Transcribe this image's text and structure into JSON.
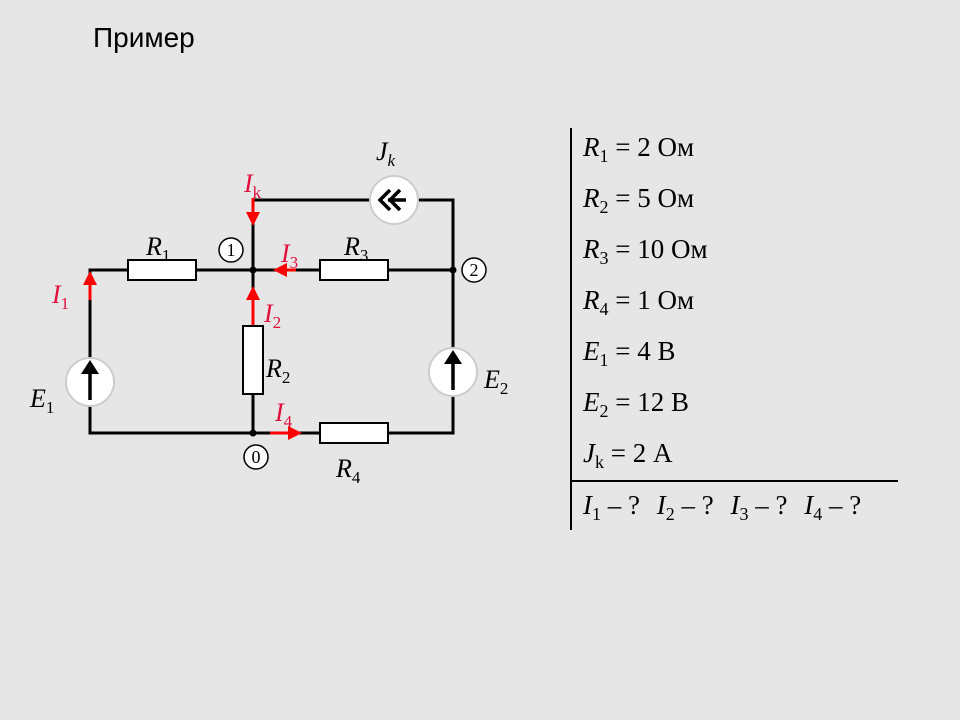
{
  "page": {
    "title": "Пример"
  },
  "circuit": {
    "nodes": [
      "0",
      "1",
      "2"
    ],
    "resistor_labels": [
      {
        "base": "R",
        "sub": "1"
      },
      {
        "base": "R",
        "sub": "2"
      },
      {
        "base": "R",
        "sub": "3"
      },
      {
        "base": "R",
        "sub": "4"
      }
    ],
    "source_labels": [
      {
        "base": "E",
        "sub": "1"
      },
      {
        "base": "E",
        "sub": "2"
      },
      {
        "base": "J",
        "sub": "k"
      }
    ],
    "current_labels": [
      {
        "base": "I",
        "sub": "k"
      },
      {
        "base": "I",
        "sub": "1"
      },
      {
        "base": "I",
        "sub": "2"
      },
      {
        "base": "I",
        "sub": "3"
      },
      {
        "base": "I",
        "sub": "4"
      }
    ],
    "colors": {
      "wire": "#000000",
      "current": "#e0103a",
      "arrow": "#ff0000",
      "resistor_fill": "#ffffff"
    }
  },
  "given": [
    {
      "symbol": "R",
      "sub": "1",
      "value": "= 2 Ом"
    },
    {
      "symbol": "R",
      "sub": "2",
      "value": "= 5 Ом"
    },
    {
      "symbol": "R",
      "sub": "3",
      "value": "= 10 Ом"
    },
    {
      "symbol": "R",
      "sub": "4",
      "value": "= 1 Ом"
    },
    {
      "symbol": "E",
      "sub": "1",
      "value": "= 4 В"
    },
    {
      "symbol": "E",
      "sub": "2",
      "value": "= 12 В"
    },
    {
      "symbol": "J",
      "sub": "k",
      "value": "= 2 А"
    }
  ],
  "find": [
    {
      "symbol": "I",
      "sub": "1",
      "value": "– ?"
    },
    {
      "symbol": "I",
      "sub": "2",
      "value": "– ?"
    },
    {
      "symbol": "I",
      "sub": "3",
      "value": "– ?"
    },
    {
      "symbol": "I",
      "sub": "4",
      "value": "– ?"
    }
  ]
}
